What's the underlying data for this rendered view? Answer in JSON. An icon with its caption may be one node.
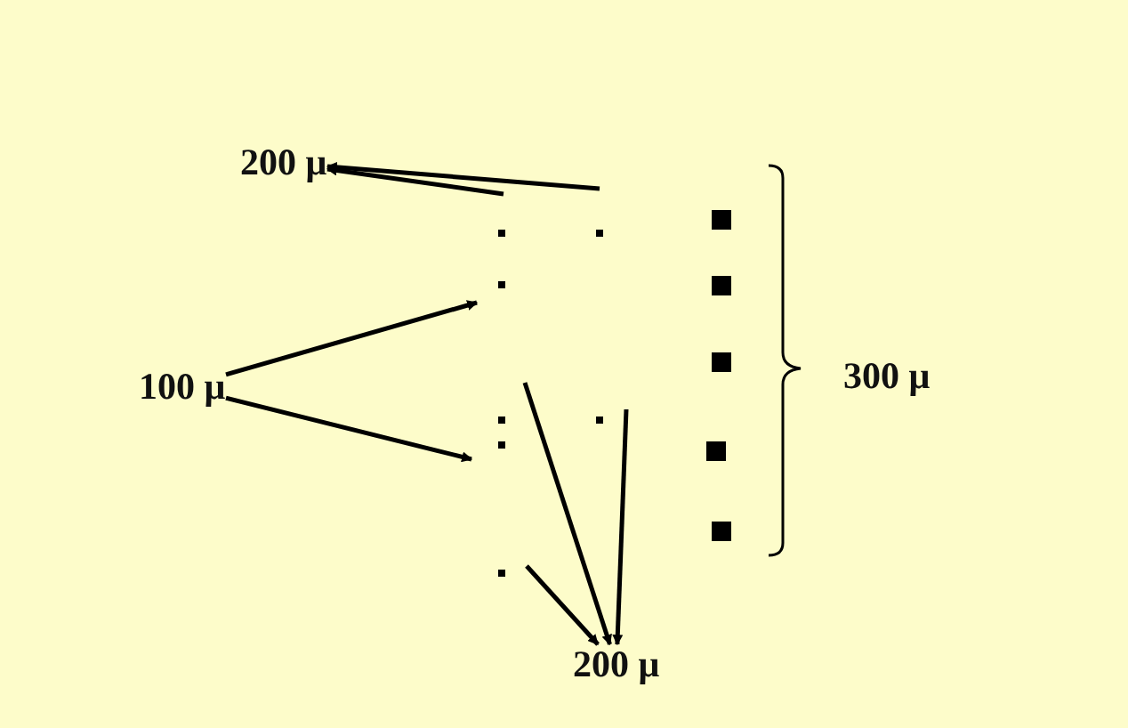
{
  "diagram": {
    "nodes": [
      {
        "text": [
          "200 μ"
        ]
      },
      {
        "text": [
          "100 μ"
        ]
      },
      {
        "text": [
          "200 μ"
        ]
      }
    ],
    "edges": [
      {
        "from": null,
        "to": 0,
        "arrow": "to"
      },
      {
        "from": null,
        "to": 0,
        "arrow": "to"
      },
      {
        "from": 1,
        "to": null,
        "arrow": "to"
      },
      {
        "from": 1,
        "to": null,
        "arrow": "to"
      },
      {
        "from": null,
        "to": 2,
        "arrow": "to"
      },
      {
        "from": null,
        "to": 2,
        "arrow": "to"
      },
      {
        "from": null,
        "to": 2,
        "arrow": "to"
      }
    ],
    "labels": [
      "300 μ"
    ]
  }
}
